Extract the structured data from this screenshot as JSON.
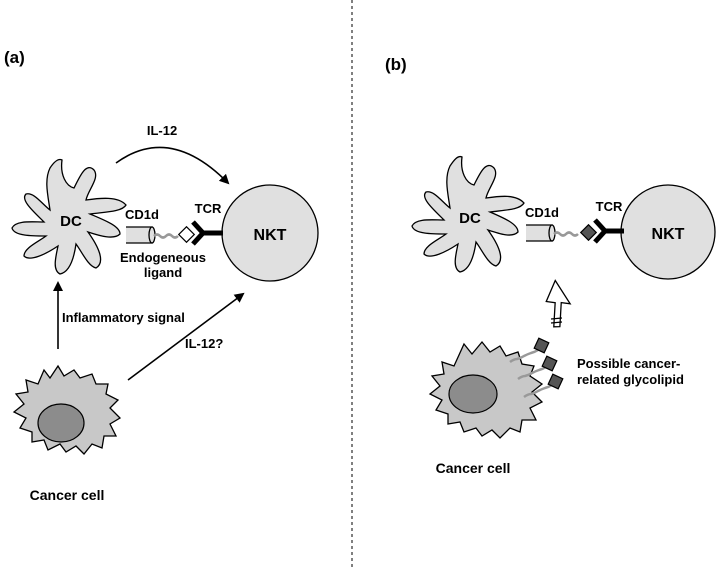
{
  "panel_a": {
    "letter": "(a)",
    "dc": "DC",
    "cd1d": "CD1d",
    "tcr": "TCR",
    "nkt": "NKT",
    "il12_top": "IL-12",
    "ligand_line1": "Endogeneous",
    "ligand_line2": "ligand",
    "inflammatory": "Inflammatory signal",
    "il12_q": "IL-12?",
    "cancer": "Cancer cell"
  },
  "panel_b": {
    "letter": "(b)",
    "dc": "DC",
    "cd1d": "CD1d",
    "tcr": "TCR",
    "nkt": "NKT",
    "glyco_line1": "Possible cancer-",
    "glyco_line2": "related glycolipid",
    "cancer": "Cancer cell"
  },
  "colors": {
    "cell_fill": "#e0e0e0",
    "cancer_fill": "#c8c8c8",
    "nucleus_fill": "#8c8c8c",
    "ligand_dark": "#555555",
    "line": "#000000"
  }
}
